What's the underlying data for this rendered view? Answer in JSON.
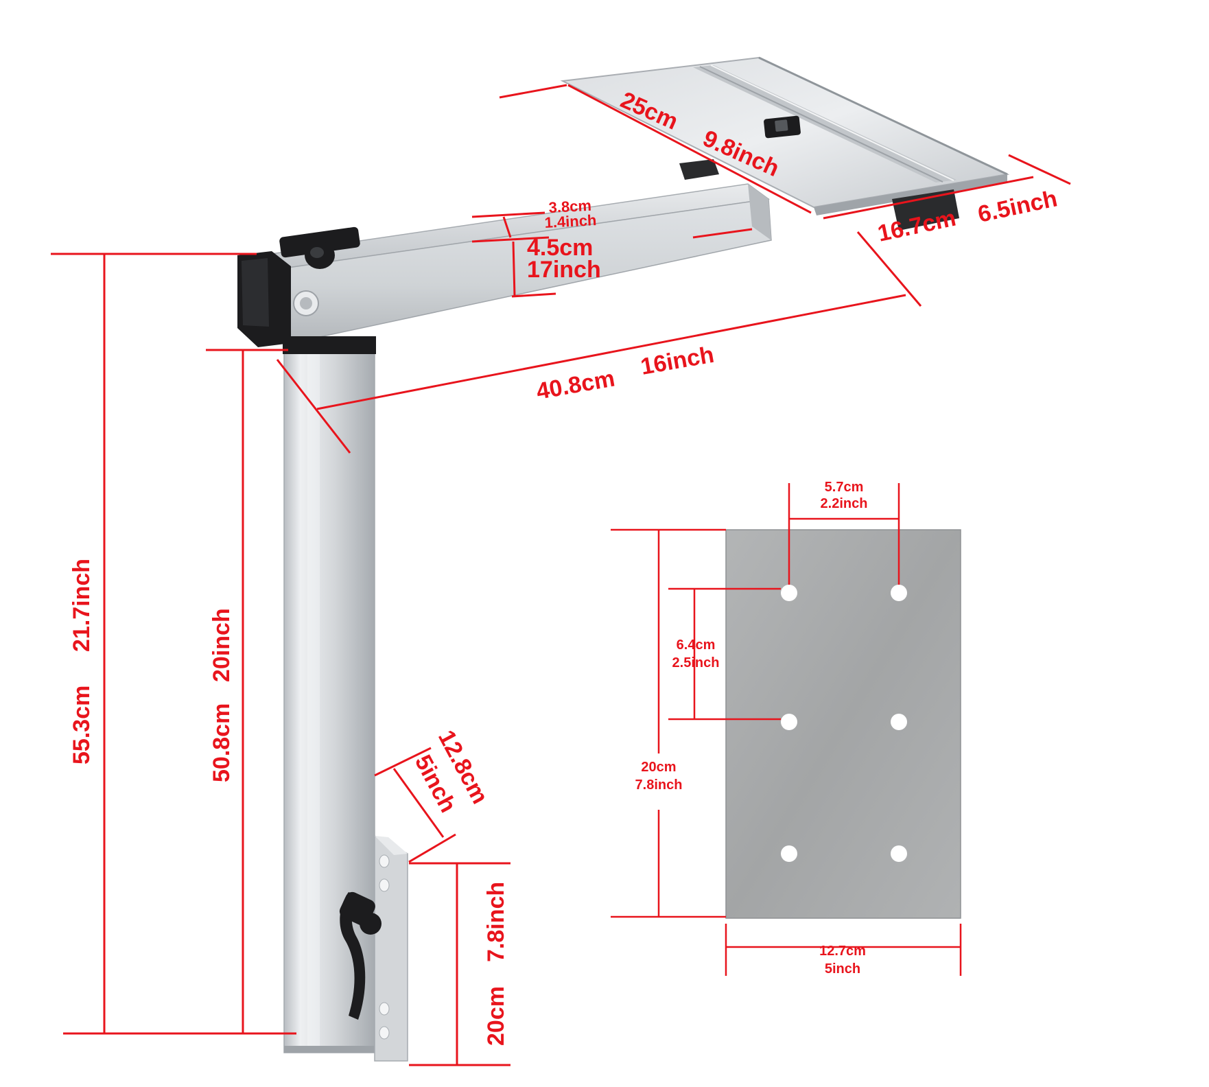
{
  "colors": {
    "dimension": "#e8141c",
    "aluminium": "#c9ccd0",
    "aluminium_dark": "#9ea3a8",
    "plate": "#a9abac",
    "black": "#1c1c1e"
  },
  "dimensions": {
    "top_length_cm": "25cm",
    "top_length_in": "9.8inch",
    "top_width_cm": "16.7cm",
    "top_width_in": "6.5inch",
    "arm_height_small_cm": "3.8cm",
    "arm_height_small_in": "1.4inch",
    "arm_height_cm": "4.5cm",
    "arm_height_in": "17inch",
    "arm_length_cm": "40.8cm",
    "arm_length_in": "16inch",
    "total_height_cm": "55.3cm",
    "total_height_in": "21.7inch",
    "leg_height_cm": "50.8cm",
    "leg_height_in": "20inch",
    "bracket_depth_cm": "12.8cm",
    "bracket_depth_in": "5inch",
    "bracket_height_cm": "20cm",
    "bracket_height_in": "7.8inch"
  },
  "mount_plate": {
    "hole_spacing_x_cm": "5.7cm",
    "hole_spacing_x_in": "2.2inch",
    "hole_spacing_y_cm": "6.4cm",
    "hole_spacing_y_in": "2.5inch",
    "height_cm": "20cm",
    "height_in": "7.8inch",
    "width_cm": "12.7cm",
    "width_in": "5inch"
  }
}
